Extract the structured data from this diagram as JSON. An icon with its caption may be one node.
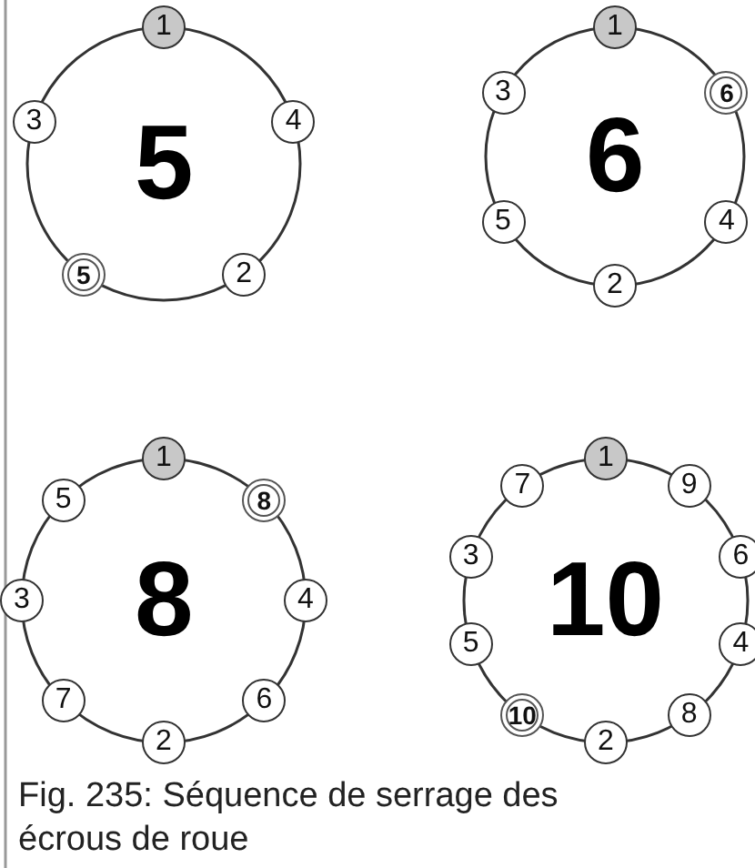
{
  "diagram": {
    "caption": "Fig. 235: Séquence de serrage des écrous de roue",
    "nodes": [
      {
        "text": [
          "5"
        ]
      },
      {
        "text": [
          "1"
        ],
        "in": 0
      },
      {
        "text": [
          "3"
        ],
        "in": 0
      },
      {
        "text": [
          "4"
        ],
        "in": 0
      },
      {
        "text": [
          "5"
        ],
        "in": 0
      },
      {
        "text": [
          "2"
        ],
        "in": 0
      },
      {
        "text": [
          "6"
        ]
      },
      {
        "text": [
          "1"
        ],
        "in": 6
      },
      {
        "text": [
          "3"
        ],
        "in": 6
      },
      {
        "text": [
          "6"
        ],
        "in": 6
      },
      {
        "text": [
          "5"
        ],
        "in": 6
      },
      {
        "text": [
          "4"
        ],
        "in": 6
      },
      {
        "text": [
          "2"
        ],
        "in": 6
      },
      {
        "text": [
          "8"
        ]
      },
      {
        "text": [
          "1"
        ],
        "in": 13
      },
      {
        "text": [
          "5"
        ],
        "in": 13
      },
      {
        "text": [
          "8"
        ],
        "in": 13
      },
      {
        "text": [
          "3"
        ],
        "in": 13
      },
      {
        "text": [
          "4"
        ],
        "in": 13
      },
      {
        "text": [
          "7"
        ],
        "in": 13
      },
      {
        "text": [
          "6"
        ],
        "in": 13
      },
      {
        "text": [
          "2"
        ],
        "in": 13
      },
      {
        "text": [
          "10"
        ]
      },
      {
        "text": [
          "1"
        ],
        "in": 22
      },
      {
        "text": [
          "7"
        ],
        "in": 22
      },
      {
        "text": [
          "9"
        ],
        "in": 22
      },
      {
        "text": [
          "3"
        ],
        "in": 22
      },
      {
        "text": [
          "6"
        ],
        "in": 22
      },
      {
        "text": [
          "5"
        ],
        "in": 22
      },
      {
        "text": [
          "4"
        ],
        "in": 22
      },
      {
        "text": [
          "10"
        ],
        "in": 22
      },
      {
        "text": [
          "8"
        ],
        "in": 22
      },
      {
        "text": [
          "2"
        ],
        "in": 22
      }
    ]
  }
}
